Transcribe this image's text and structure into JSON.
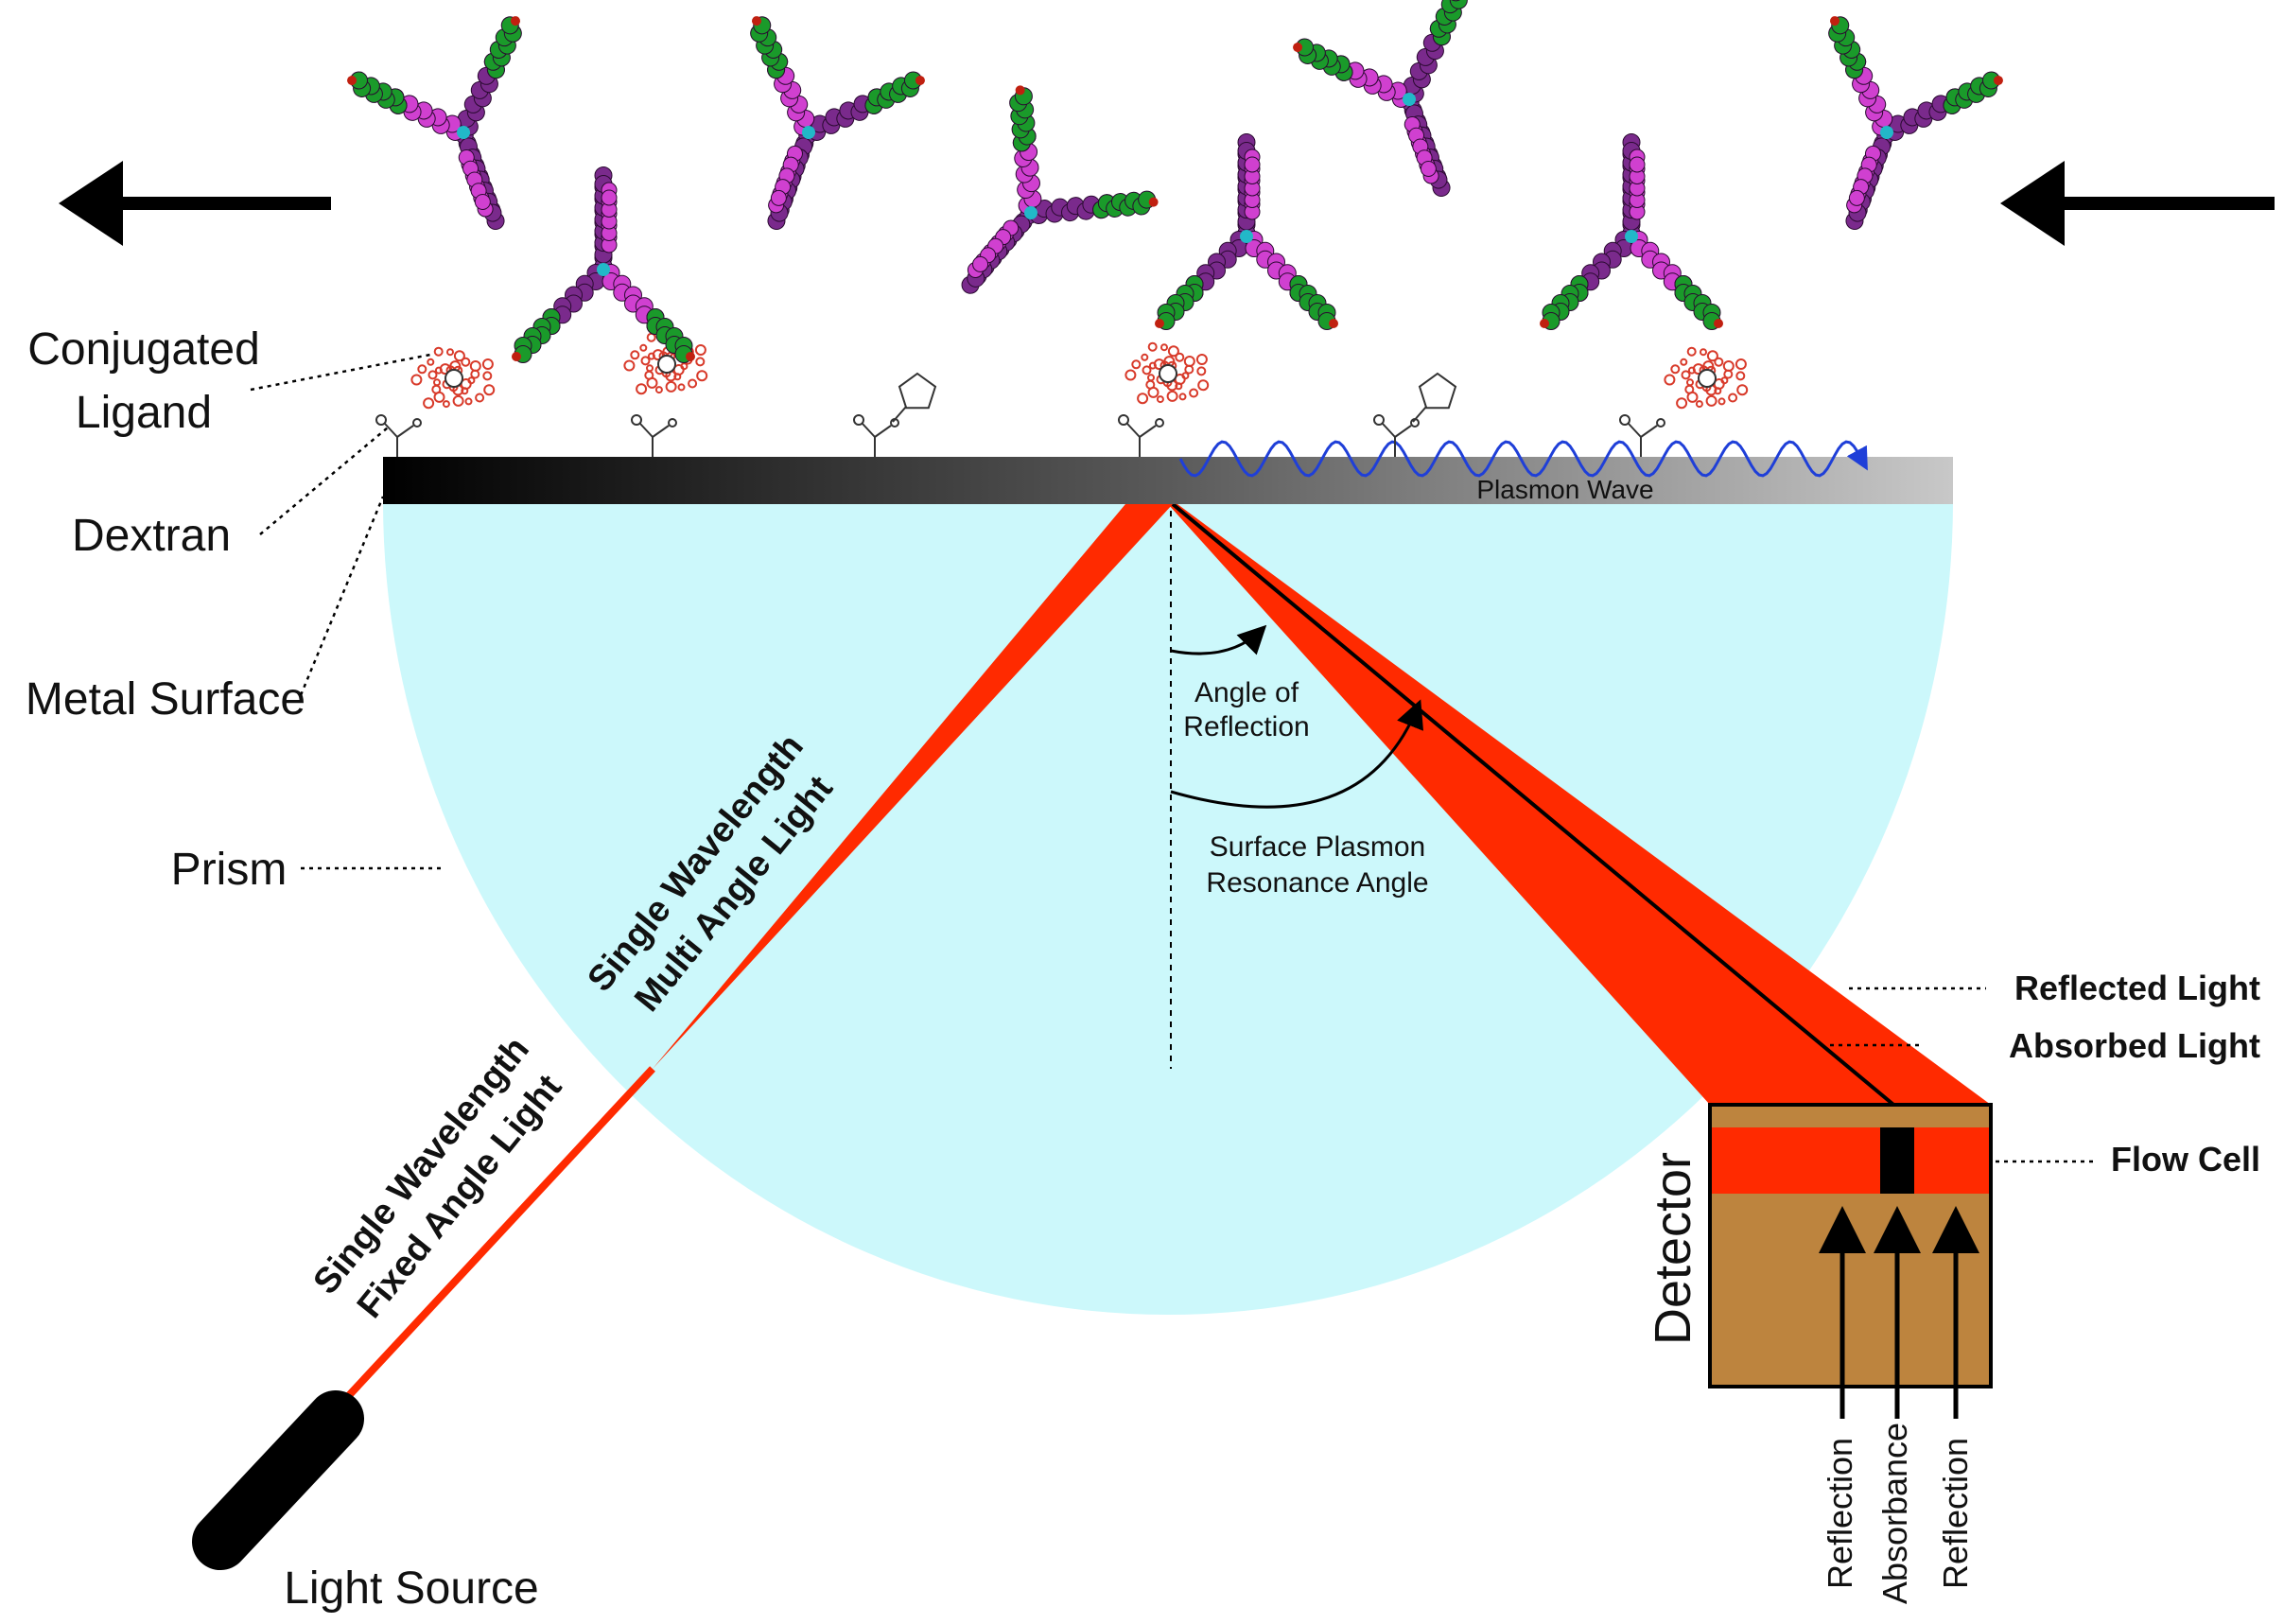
{
  "labels": {
    "conjugated_ligand_line1": "Conjugated",
    "conjugated_ligand_line2": "Ligand",
    "dextran": "Dextran",
    "metal_surface": "Metal Surface",
    "prism": "Prism",
    "plasmon_wave": "Plasmon Wave",
    "angle_of_reflection_line1": "Angle of",
    "angle_of_reflection_line2": "Reflection",
    "spr_angle_line1": "Surface Plasmon",
    "spr_angle_line2": "Resonance Angle",
    "multi_angle_line1": "Single Wavelength",
    "multi_angle_line2": "Multi Angle Light",
    "fixed_angle_line1": "Single Wavelength",
    "fixed_angle_line2": "Fixed Angle Light",
    "light_source": "Light Source",
    "reflected_light": "Reflected Light",
    "absorbed_light": "Absorbed Light",
    "flow_cell": "Flow Cell",
    "detector": "Detector",
    "detector_reflection_left": "Reflection",
    "detector_absorbance": "Absorbance",
    "detector_reflection_right": "Reflection"
  },
  "colors": {
    "prism": "#ccf8fb",
    "beam": "#ff2a00",
    "detector": "#bd843e",
    "antibody_heavy": "#7a2a8c",
    "antibody_light": "#d040d0",
    "antibody_binding": "#1a9a2a",
    "ligand": "#d83a2a",
    "plasmon_wave": "#1f3fd8",
    "flow_direction": "#000000"
  },
  "flow_direction": "right-to-left"
}
